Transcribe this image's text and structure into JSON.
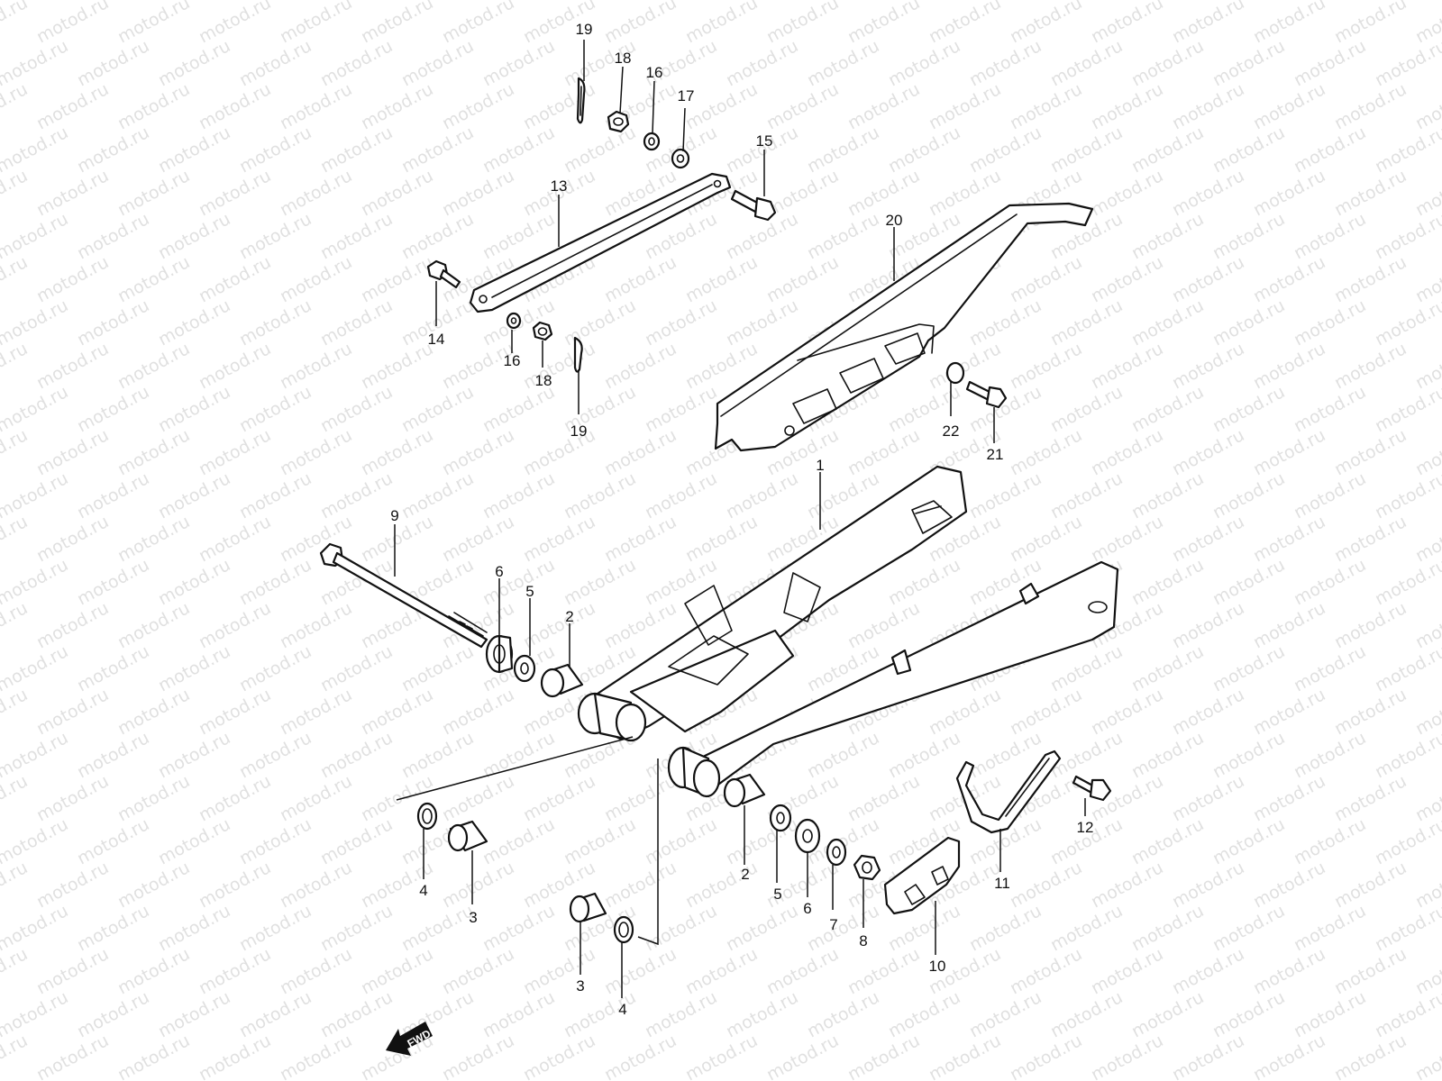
{
  "watermark": "motod.ru",
  "direction_marker": {
    "label": "FWD",
    "icon": "fwd-arrow-icon"
  },
  "callouts": [
    {
      "id": "c19a",
      "text": "19"
    },
    {
      "id": "c18a",
      "text": "18"
    },
    {
      "id": "c16a",
      "text": "16"
    },
    {
      "id": "c17",
      "text": "17"
    },
    {
      "id": "c15",
      "text": "15"
    },
    {
      "id": "c13",
      "text": "13"
    },
    {
      "id": "c20",
      "text": "20"
    },
    {
      "id": "c14",
      "text": "14"
    },
    {
      "id": "c16b",
      "text": "16"
    },
    {
      "id": "c18b",
      "text": "18"
    },
    {
      "id": "c19b",
      "text": "19"
    },
    {
      "id": "c22",
      "text": "22"
    },
    {
      "id": "c21",
      "text": "21"
    },
    {
      "id": "c1",
      "text": "1"
    },
    {
      "id": "c9",
      "text": "9"
    },
    {
      "id": "c6a",
      "text": "6"
    },
    {
      "id": "c5a",
      "text": "5"
    },
    {
      "id": "c2a",
      "text": "2"
    },
    {
      "id": "c12",
      "text": "12"
    },
    {
      "id": "c11",
      "text": "11"
    },
    {
      "id": "c2b",
      "text": "2"
    },
    {
      "id": "c5b",
      "text": "5"
    },
    {
      "id": "c6b",
      "text": "6"
    },
    {
      "id": "c7",
      "text": "7"
    },
    {
      "id": "c8",
      "text": "8"
    },
    {
      "id": "c10",
      "text": "10"
    },
    {
      "id": "c4a",
      "text": "4"
    },
    {
      "id": "c3a",
      "text": "3"
    },
    {
      "id": "c3b",
      "text": "3"
    },
    {
      "id": "c4b",
      "text": "4"
    }
  ]
}
